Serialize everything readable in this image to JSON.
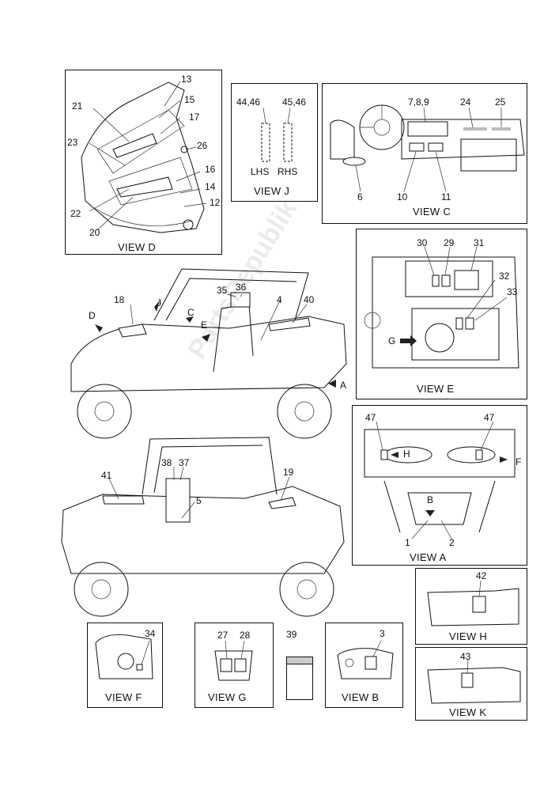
{
  "views": {
    "d": {
      "caption": "VIEW D",
      "callouts": [
        "13",
        "15",
        "17",
        "21",
        "26",
        "23",
        "16",
        "14",
        "12",
        "22",
        "20"
      ]
    },
    "j": {
      "caption": "VIEW J",
      "callouts": [
        "44,46",
        "45,46"
      ],
      "lhs": "LHS",
      "rhs": "RHS"
    },
    "c": {
      "caption": "VIEW C",
      "callouts": [
        "7,8,9",
        "24",
        "25",
        "6",
        "10",
        "11"
      ]
    },
    "e": {
      "caption": "VIEW E",
      "callouts": [
        "30",
        "29",
        "31",
        "32",
        "33"
      ],
      "arrow": "G"
    },
    "a": {
      "caption": "VIEW A",
      "callouts": [
        "47",
        "47",
        "1",
        "2"
      ],
      "arrows": [
        "H",
        "B",
        "F"
      ]
    },
    "h": {
      "caption": "VIEW H",
      "callouts": [
        "42"
      ]
    },
    "k": {
      "caption": "VIEW K",
      "callouts": [
        "43"
      ]
    },
    "f": {
      "caption": "VIEW F",
      "callouts": [
        "34"
      ]
    },
    "g": {
      "caption": "VIEW G",
      "callouts": [
        "27",
        "28"
      ]
    },
    "b": {
      "caption": "VIEW B",
      "callouts": [
        "3"
      ]
    },
    "n39": {
      "callouts": [
        "39"
      ]
    }
  },
  "vehicle_top": {
    "callouts": [
      "18",
      "35",
      "36",
      "4",
      "40"
    ],
    "arrows": [
      "D",
      "J",
      "C",
      "E",
      "A"
    ]
  },
  "vehicle_bottom": {
    "callouts": [
      "38",
      "37",
      "41",
      "19",
      "5"
    ]
  },
  "watermark": "PartsRepublik"
}
